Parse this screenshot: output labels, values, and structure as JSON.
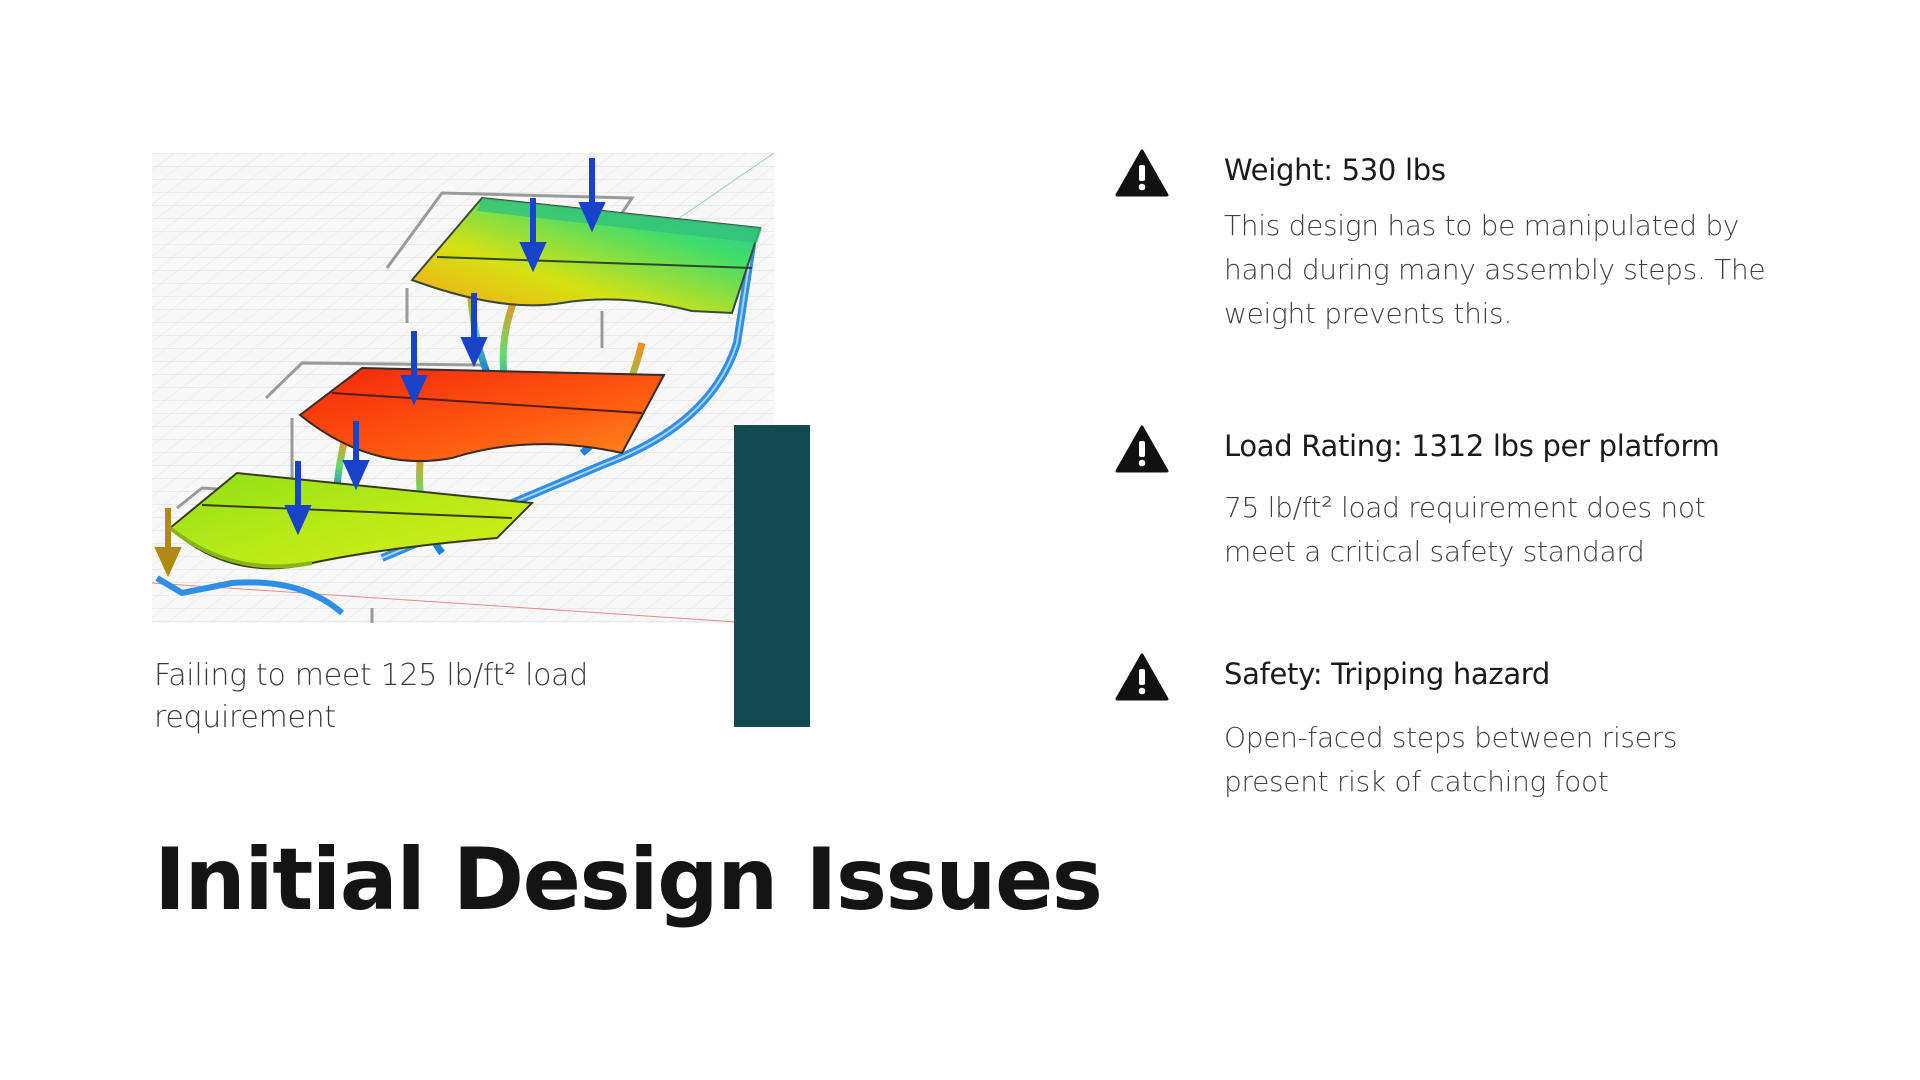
{
  "figure": {
    "caption": "Failing to meet 125 lb/ft² load requirement"
  },
  "accent_color": "#134950",
  "title": "Initial Design Issues",
  "issues": [
    {
      "icon": "warning-icon",
      "title": "Weight: 530 lbs",
      "body": "This design has to be manipulated by hand during many assembly steps. The weight prevents this."
    },
    {
      "icon": "warning-icon",
      "title": "Load Rating: 1312 lbs per platform",
      "body": "75 lb/ft² load requirement does not meet a critical safety standard"
    },
    {
      "icon": "warning-icon",
      "title": "Safety: Tripping hazard",
      "body": "Open-faced steps between risers present risk of catching foot"
    }
  ]
}
